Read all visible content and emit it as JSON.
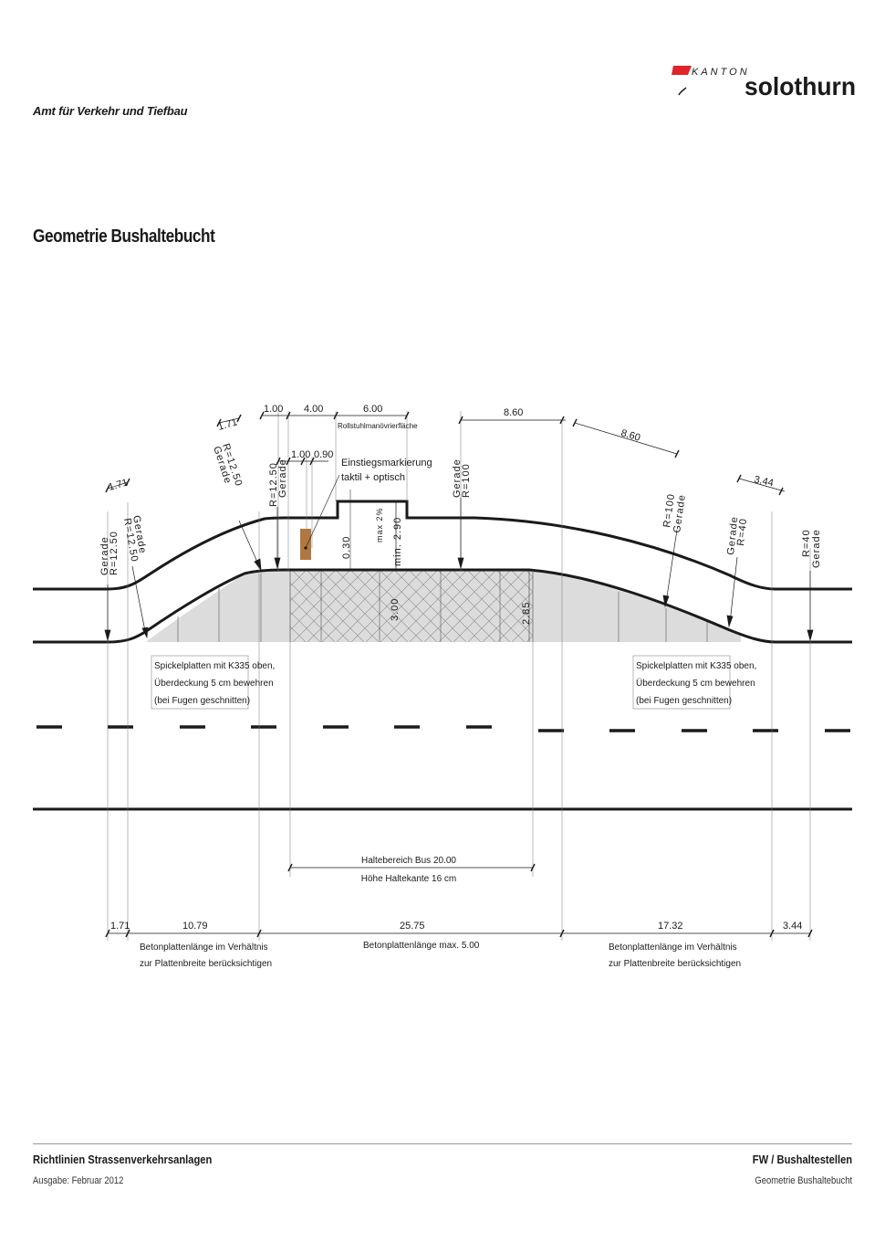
{
  "header": {
    "department": "Amt für Verkehr und Tiefbau",
    "logo_word1": "KANTON",
    "logo_word2": "solothurn",
    "title": "Geometrie Bushaltebucht"
  },
  "drawing": {
    "top_dims": [
      "1.00",
      "4.00",
      "6.00",
      "8.60",
      "8.60",
      "1.71",
      "1.71",
      "1.00",
      "0.90",
      "3.44"
    ],
    "zone_label": "Rollstuhlmanövrierfläche",
    "entry_marking": [
      "Einstiegsmarkierung",
      "taktil + optisch"
    ],
    "rotated_labels": {
      "l1": [
        "Gerade",
        "R=12.50"
      ],
      "l2": [
        "Gerade",
        "R=12.50"
      ],
      "l3": [
        "R=12.50",
        "Gerade"
      ],
      "l4": [
        "R=12.50",
        "Gerade"
      ],
      "l5": [
        "Gerade",
        "R=100"
      ],
      "r1": [
        "R=100",
        "Gerade"
      ],
      "r2": [
        "Gerade",
        "R=40"
      ],
      "r3": [
        "R=40",
        "Gerade"
      ]
    },
    "inner_dims": {
      "d030": "0.30",
      "max2": "max 2%",
      "min290": "min. 2.90",
      "d300": "3.00",
      "d285": "2.85"
    },
    "plate_note_left": [
      "Spickelplatten mit K335 oben,",
      "Überdeckung 5 cm bewehren",
      "(bei Fugen geschnitten)"
    ],
    "plate_note_right": [
      "Spickelplatten mit K335 oben,",
      "Überdeckung 5 cm bewehren",
      "(bei Fugen geschnitten)"
    ],
    "halt_area": [
      "Haltebereich Bus 20.00",
      "Höhe Haltekante 16 cm"
    ],
    "bottom_dims": [
      "1.71",
      "10.79",
      "25.75",
      "17.32",
      "3.44"
    ],
    "bottom_notes": {
      "left": [
        "Betonplattenlänge im Verhältnis",
        "zur Plattenbreite berücksichtigen"
      ],
      "mid": "Betonplattenlänge max. 5.00",
      "right": [
        "Betonplattenlänge im Verhältnis",
        "zur Plattenbreite berücksichtigen"
      ]
    }
  },
  "footer": {
    "left_title": "Richtlinien Strassenverkehrsanlagen",
    "left_sub": "Ausgabe: Februar 2012",
    "right_title": "FW / Bushaltestellen",
    "right_sub": "Geometrie Bushaltebucht"
  },
  "colors": {
    "logo_red": "#e0242a",
    "platform_fill": "#dcdcdc",
    "bench_brown": "#b07840"
  }
}
